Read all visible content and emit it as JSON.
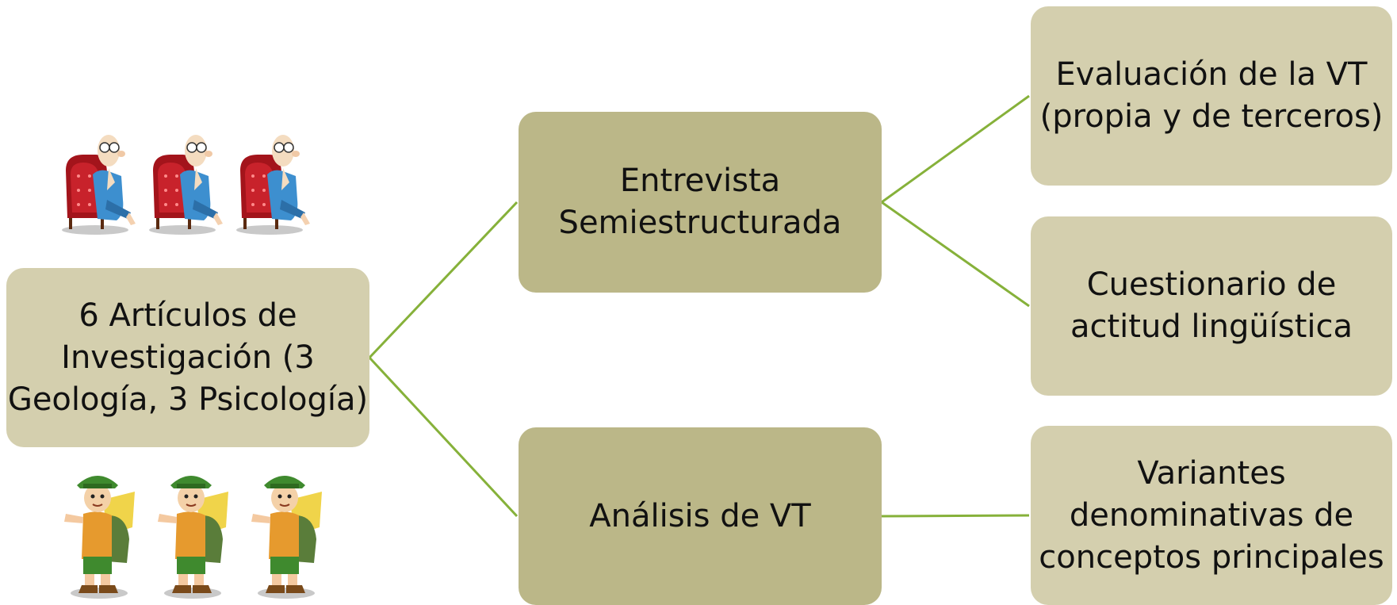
{
  "diagram": {
    "root": {
      "label": "6 Artículos de\nInvestigación (3\nGeología, 3 Psicología)"
    },
    "branches": [
      {
        "label": "Entrevista\nSemiestructurada",
        "children": [
          {
            "label": "Evaluación de la VT\n(propia y de terceros)"
          },
          {
            "label": "Cuestionario de\nactitud lingüística"
          }
        ]
      },
      {
        "label": "Análisis de VT",
        "children": [
          {
            "label": "Variantes\ndenominativas de\nconceptos principales"
          }
        ]
      }
    ]
  },
  "illustrations": {
    "top": {
      "icon": "seated-thinker-icon",
      "count": 3
    },
    "bottom": {
      "icon": "explorer-hiker-icon",
      "count": 3
    }
  },
  "colors": {
    "light_box": "#d4cfae",
    "dark_box": "#bbb788",
    "connector": "#86b13a"
  }
}
